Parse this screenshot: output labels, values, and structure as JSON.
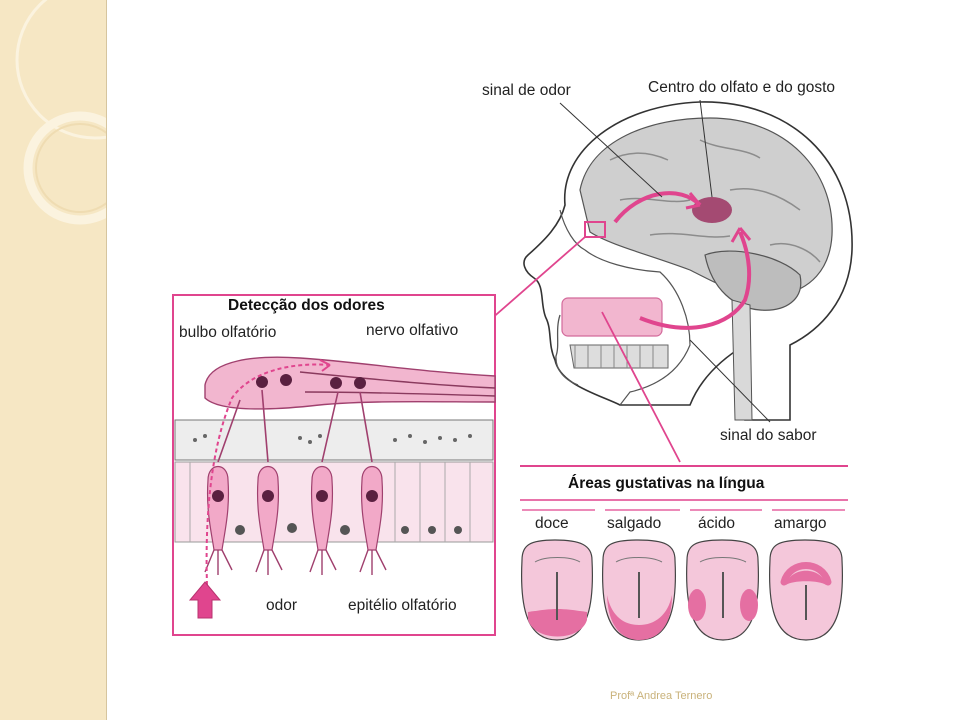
{
  "labels": {
    "odor_signal": "sinal de odor",
    "smell_taste_center": "Centro do olfato e do gosto",
    "taste_signal": "sinal do sabor",
    "olfactory_bulb": "bulbo olfatório",
    "olfactory_nerve": "nervo olfativo",
    "odor": "odor",
    "olfactory_epithelium": "epitélio olfatório"
  },
  "panels": {
    "odor_detection_title": "Detecção dos odores",
    "taste_areas_title": "Áreas gustativas na língua"
  },
  "tongues": [
    {
      "label": "doce"
    },
    {
      "label": "salgado"
    },
    {
      "label": "ácido"
    },
    {
      "label": "amargo"
    }
  ],
  "footer": "Profª Andrea Ternero",
  "colors": {
    "sidebar": "#f6e7c4",
    "magenta": "#e0458e",
    "pink_fill": "#f2b6cf",
    "brain_gray": "#cfcfcf"
  }
}
